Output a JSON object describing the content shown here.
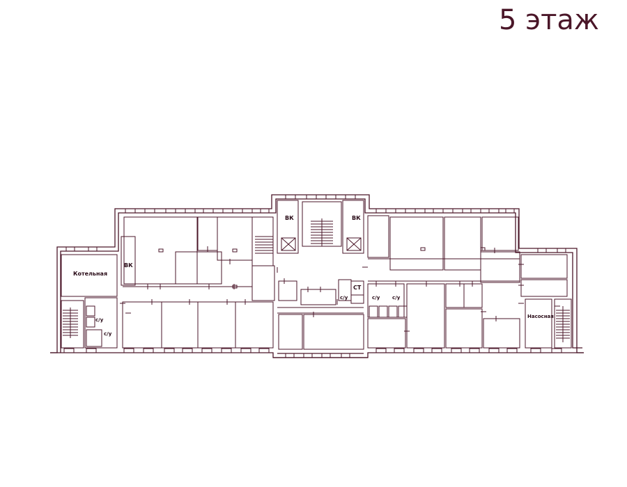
{
  "floor": {
    "title": "5 этаж"
  },
  "colors": {
    "wall": "#4a1628",
    "title": "#4a1628",
    "background": "#ffffff"
  },
  "rooms": {
    "boiler": "Котельная",
    "vk_left": "ВК",
    "vk_center_left": "ВК",
    "vk_center_right": "ВК",
    "wc_left_1": "с/у",
    "wc_left_2": "с/у",
    "wc_center": "с/у",
    "st": "СТ",
    "wc_right_1": "с/у",
    "wc_right_2": "с/у",
    "pump": "Насосная"
  }
}
